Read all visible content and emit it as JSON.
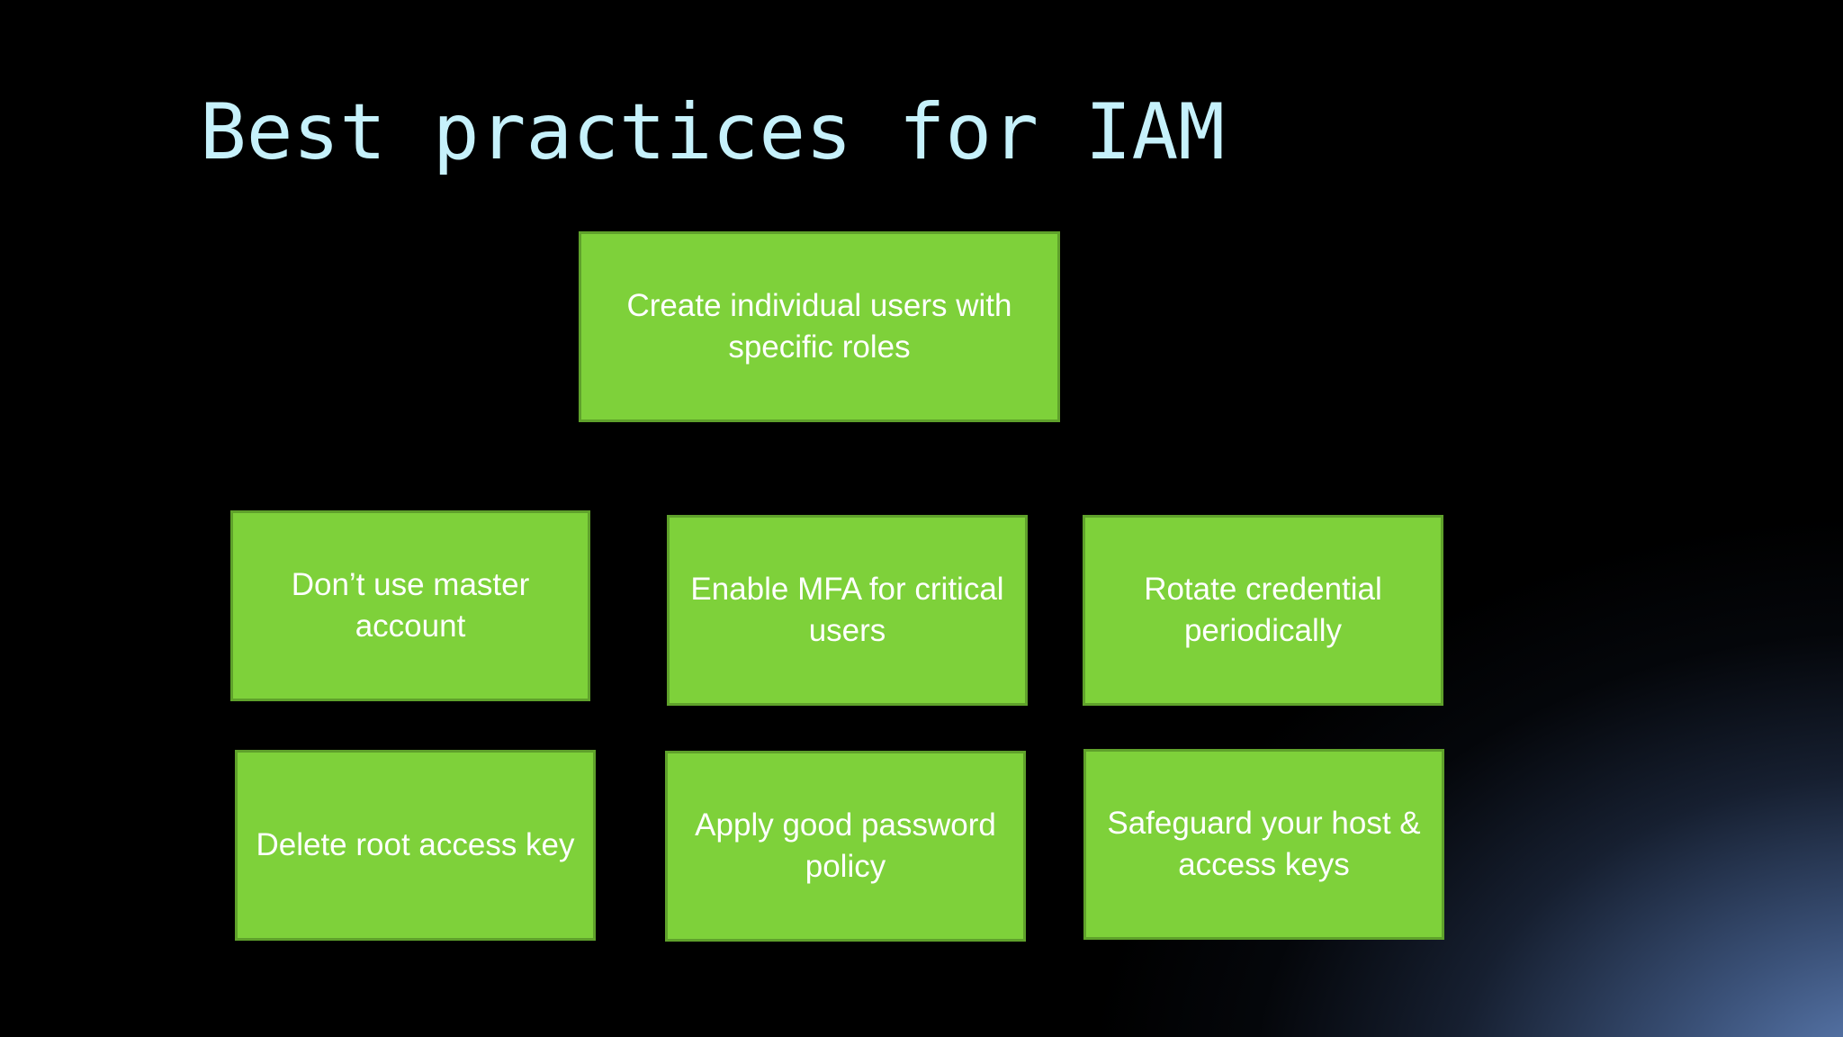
{
  "slide": {
    "title": "Best practices for IAM",
    "practices": [
      "Create individual users with specific roles",
      "Don’t use master account",
      "Enable MFA for critical users",
      "Rotate credential periodically",
      "Delete root access key",
      "Apply good password policy",
      "Safeguard your host & access keys"
    ]
  },
  "colors": {
    "background": "#000000",
    "title_text": "#c6f1fb",
    "box_fill": "#7ed13a",
    "box_border": "#5fa12b",
    "box_text": "#ffffff",
    "corner_glow": "#5a74a8"
  }
}
